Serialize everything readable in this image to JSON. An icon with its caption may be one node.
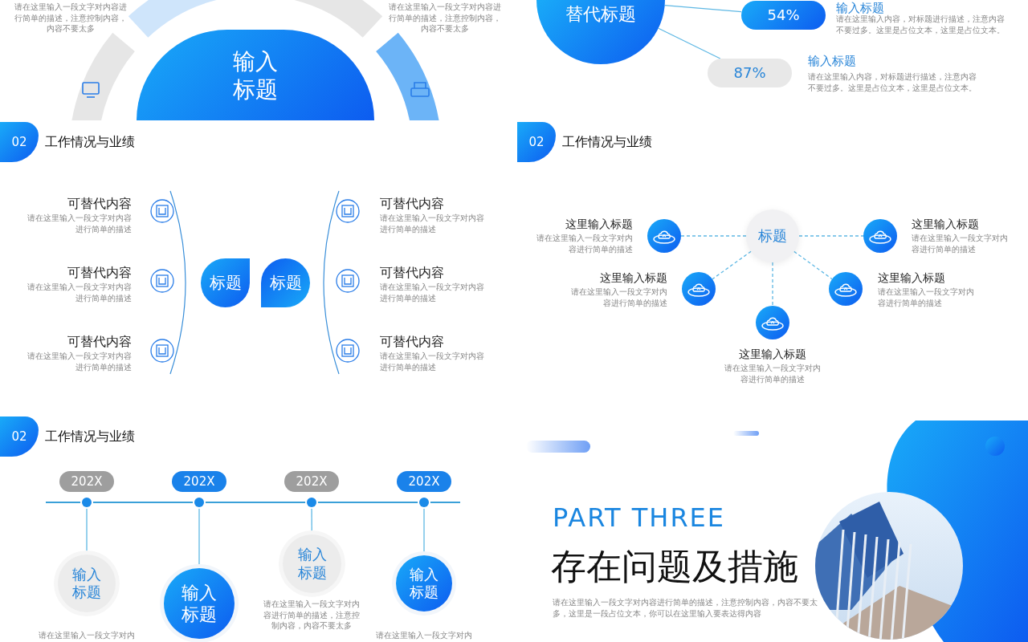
{
  "diagram": {
    "nodes": [
      {
        "text": [
          "输入标题"
        ]
      },
      {
        "text": [
          "替代标题"
        ]
      },
      {
        "text": [
          "54%"
        ],
        "beside": [
          "输入标题",
          "请在这里输入内容，对标题进行描述，注意内容不要过多。这里是占位文本，这里是占位文本。"
        ]
      },
      {
        "text": [
          "87%"
        ],
        "beside": [
          "输入标题",
          "请在这里输入内容，对标题进行描述，注意内容不要过多。这里是占位文本，这里是占位文本。"
        ]
      },
      {
        "text": [
          "02"
        ],
        "beside": [
          "工作情况与业绩"
        ]
      },
      {
        "text": [
          "标题"
        ]
      },
      {
        "text": [
          "标题"
        ]
      },
      {
        "text": [
          "02"
        ],
        "beside": [
          "工作情况与业绩"
        ]
      },
      {
        "text": [],
        "shape": "circle",
        "beside": [
          "这里输入标题",
          "请在这里输入一段文字对内容进行简单的描述"
        ]
      },
      {
        "text": [
          "标题"
        ]
      },
      {
        "text": [],
        "shape": "circle",
        "beside": [
          "这里输入标题",
          "请在这里输入一段文字对内容进行简单的描述"
        ]
      },
      {
        "text": [],
        "shape": "circle",
        "beside": [
          "这里输入标题",
          "请在这里输入一段文字对内容进行简单的描述"
        ]
      },
      {
        "text": [],
        "shape": "circle",
        "beside": [
          "这里输入标题",
          "请在这里输入一段文字对内容进行简单的描述"
        ]
      },
      {
        "text": [],
        "shape": "circle",
        "beside": [
          "这里输入标题",
          "请在这里输入一段文字对内容进行简单的描述"
        ]
      },
      {
        "text": [
          "02"
        ],
        "beside": [
          "工作情况与业绩"
        ]
      },
      {
        "text": [
          "202X"
        ]
      },
      {
        "text": [
          "202X"
        ]
      },
      {
        "text": [
          "202X"
        ]
      },
      {
        "text": [
          "202X"
        ]
      },
      {
        "text": [],
        "shape": "circle"
      },
      {
        "text": [],
        "shape": "circle"
      },
      {
        "text": [],
        "shape": "circle"
      },
      {
        "text": [],
        "shape": "circle"
      },
      {
        "text": [
          "输入标题"
        ],
        "beside": [
          "请在这里输入一段文字对内"
        ]
      },
      {
        "text": [
          "输入标题"
        ]
      },
      {
        "text": [
          "输入标题"
        ],
        "beside": [
          "请在这里输入一段文字对内容进行简单的描述，注意控制内容，内容不要太多"
        ]
      },
      {
        "text": [
          "输入标题"
        ],
        "beside": [
          "请在这里输入一段文字对内"
        ]
      }
    ],
    "edges": [
      {
        "from": 1,
        "to": 2,
        "arrow": "none"
      },
      {
        "from": 1,
        "to": 3,
        "arrow": "none"
      },
      {
        "from": 9,
        "to": 8,
        "arrow": "none",
        "style": "dashed"
      },
      {
        "from": 9,
        "to": 10,
        "arrow": "none",
        "style": "dashed"
      },
      {
        "from": 9,
        "to": 11,
        "arrow": "none",
        "style": "dashed"
      },
      {
        "from": 9,
        "to": 12,
        "arrow": "none",
        "style": "dashed"
      },
      {
        "from": 9,
        "to": 13,
        "arrow": "none",
        "style": "dashed"
      },
      {
        "from": 19,
        "to": 23,
        "arrow": "none"
      },
      {
        "from": 20,
        "to": 24,
        "arrow": "none"
      },
      {
        "from": 21,
        "to": 25,
        "arrow": "none"
      },
      {
        "from": 22,
        "to": 26,
        "arrow": "none"
      }
    ],
    "labels": [
      "请在这里输入一段文字对内容进行简单的描述，注意控制内容，内容不要太多",
      "请在这里输入一段文字对内容进行简单的描述，注意控制内容，内容不要太多",
      "可替代内容",
      "请在这里输入一段文字对内容进行简单的描述",
      "可替代内容",
      "请在这里输入一段文字对内容进行简单的描述",
      "可替代内容",
      "请在这里输入一段文字对内容进行简单的描述",
      "可替代内容",
      "请在这里输入一段文字对内容进行简单的描述",
      "可替代内容",
      "请在这里输入一段文字对内容进行简单的描述",
      "可替代内容",
      "请在这里输入一段文字对内容进行简单的描述",
      "PART THREE",
      "存在问题及措施",
      "请在这里输入一段文字对内容进行简单的描述，注意控制内容，内容不要太多，这里是一段占位文本，你可以在这里输入要表达得内容"
    ]
  }
}
